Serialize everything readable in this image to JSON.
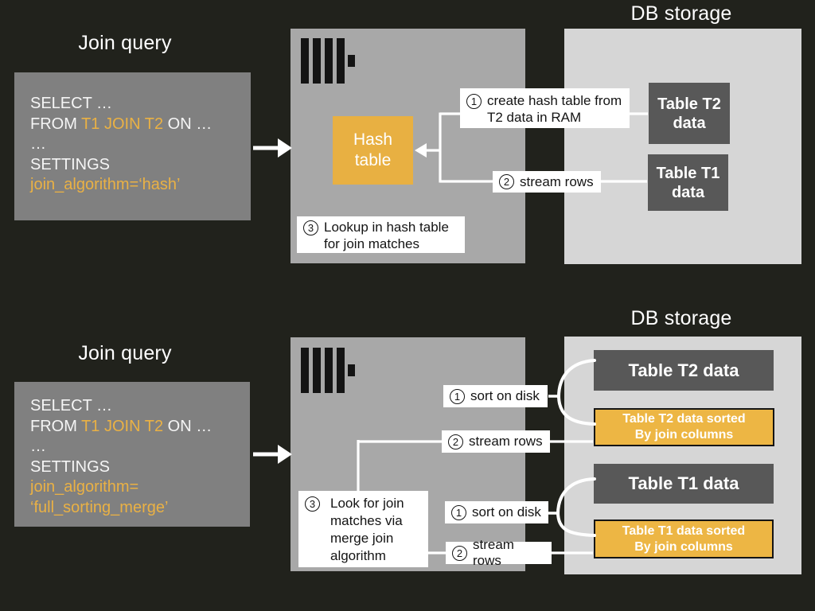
{
  "colors": {
    "background": "#21221c",
    "query_box": "#808080",
    "server_panel": "#a8a8a8",
    "db_panel": "#d6d6d6",
    "table_box_dark": "#585858",
    "hash_table_orange": "#e8b042",
    "sorted_box_orange": "#edb644",
    "code_highlight": "#eab144",
    "text_white": "#ffffff",
    "text_black": "#141414",
    "connector_line": "#ffffff"
  },
  "top": {
    "title": "Join query",
    "db_title": "DB storage",
    "code": {
      "line1": "SELECT …",
      "line2_pre": "FROM ",
      "line2_hl": "T1 JOIN T2",
      "line2_post": " ON …",
      "line3": "…",
      "line4": "SETTINGS",
      "line5": "join_algorithm=‘hash’"
    },
    "hash_table": {
      "line1": "Hash",
      "line2": "table"
    },
    "table_t2": {
      "line1": "Table T2",
      "line2": "data"
    },
    "table_t1": {
      "line1": "Table T1",
      "line2": "data"
    },
    "ann_create": {
      "num": "1",
      "line1": "create hash table from",
      "line2": "T2 data in RAM"
    },
    "ann_stream": {
      "num": "2",
      "text": "stream rows"
    },
    "ann_lookup": {
      "num": "3",
      "line1": "Lookup in hash table",
      "line2": "for join matches"
    }
  },
  "bottom": {
    "title": "Join query",
    "db_title": "DB storage",
    "code": {
      "line1": "SELECT …",
      "line2_pre": "FROM ",
      "line2_hl": "T1 JOIN T2",
      "line2_post": " ON …",
      "line3": "…",
      "line4": "SETTINGS",
      "line5": "join_algorithm=",
      "line6": "‘full_sorting_merge’"
    },
    "table_t2": "Table T2 data",
    "table_t2_sorted": {
      "line1": "Table T2 data sorted",
      "line2": "By join columns"
    },
    "table_t1": "Table T1 data",
    "table_t1_sorted": {
      "line1": "Table T1 data sorted",
      "line2": "By join columns"
    },
    "ann_sort_t2": {
      "num": "1",
      "text": "sort on disk"
    },
    "ann_stream_t2": {
      "num": "2",
      "text": "stream rows"
    },
    "ann_sort_t1": {
      "num": "1",
      "text": "sort on disk"
    },
    "ann_stream_t1": {
      "num": "2",
      "text": "stream rows"
    },
    "ann_merge": {
      "num": "3",
      "line1": "Look for join",
      "line2": "matches via",
      "line3": "merge join",
      "line4": "algorithm"
    }
  }
}
